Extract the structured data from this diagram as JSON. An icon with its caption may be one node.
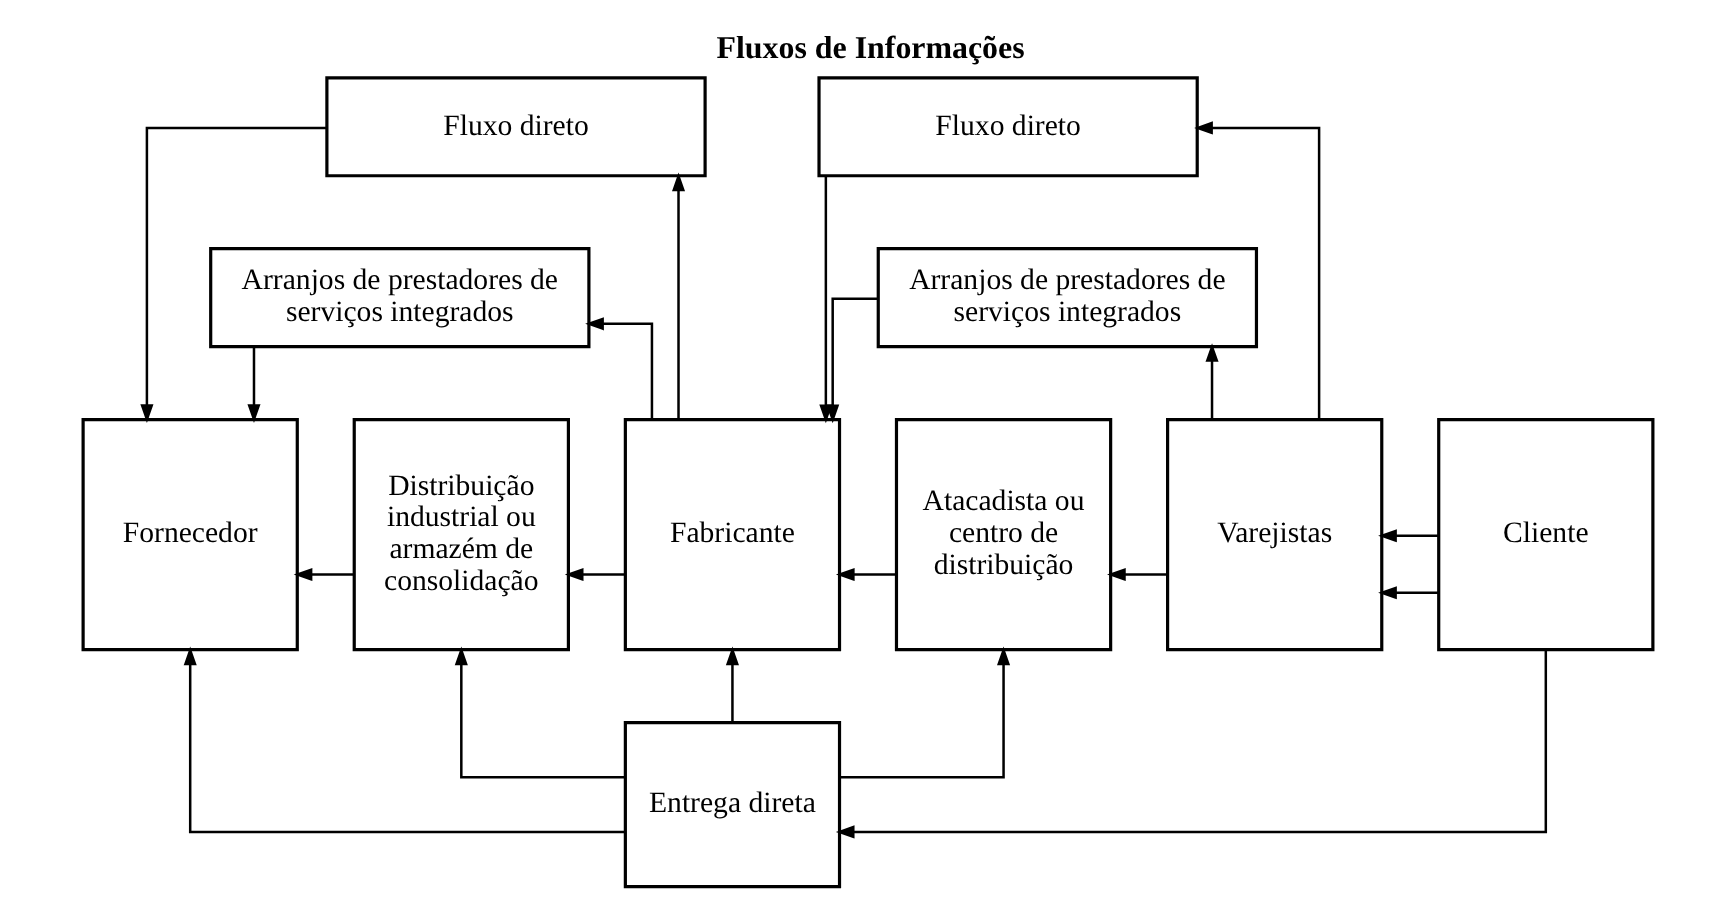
{
  "diagram": {
    "title": "Fluxos de Informações",
    "nodes": [
      {
        "text": [
          "Fluxo direto"
        ]
      },
      {
        "text": [
          "Arranjos de prestadores de serviços integrados"
        ]
      },
      {
        "text": [
          "Fluxo direto"
        ]
      },
      {
        "text": [
          "Arranjos de prestadores de serviços integrados"
        ]
      },
      {
        "text": [
          "Fornecedor"
        ]
      },
      {
        "text": [
          "Distribuição industrial ou armazém de consolidação"
        ]
      },
      {
        "text": [
          "Fabricante"
        ]
      },
      {
        "text": [
          "Atacadista ou centro de distribuição"
        ]
      },
      {
        "text": [
          "Varejistas"
        ]
      },
      {
        "text": [
          "Cliente"
        ]
      },
      {
        "text": [
          "Entrega direta"
        ]
      }
    ],
    "edges": [
      {
        "from": 9,
        "to": 8,
        "arrow": "to"
      },
      {
        "from": 8,
        "to": 7,
        "arrow": "to"
      },
      {
        "from": 7,
        "to": 6,
        "arrow": "to"
      },
      {
        "from": 6,
        "to": 5,
        "arrow": "to"
      },
      {
        "from": 5,
        "to": 4,
        "arrow": "to"
      },
      {
        "from": 6,
        "to": 0,
        "arrow": "to"
      },
      {
        "from": 6,
        "to": 1,
        "arrow": "to"
      },
      {
        "from": 0,
        "to": 4,
        "arrow": "to"
      },
      {
        "from": 1,
        "to": 4,
        "arrow": "to"
      },
      {
        "from": 8,
        "to": 2,
        "arrow": "to"
      },
      {
        "from": 8,
        "to": 3,
        "arrow": "to"
      },
      {
        "from": 2,
        "to": 6,
        "arrow": "to"
      },
      {
        "from": 3,
        "to": 6,
        "arrow": "to"
      },
      {
        "from": 9,
        "to": 10,
        "arrow": "to"
      },
      {
        "from": 9,
        "to": 8,
        "arrow": "to"
      },
      {
        "from": 10,
        "to": 4,
        "arrow": "to"
      },
      {
        "from": 10,
        "to": 5,
        "arrow": "to"
      },
      {
        "from": 10,
        "to": 6,
        "arrow": "to"
      },
      {
        "from": 10,
        "to": 7,
        "arrow": "to"
      }
    ]
  }
}
